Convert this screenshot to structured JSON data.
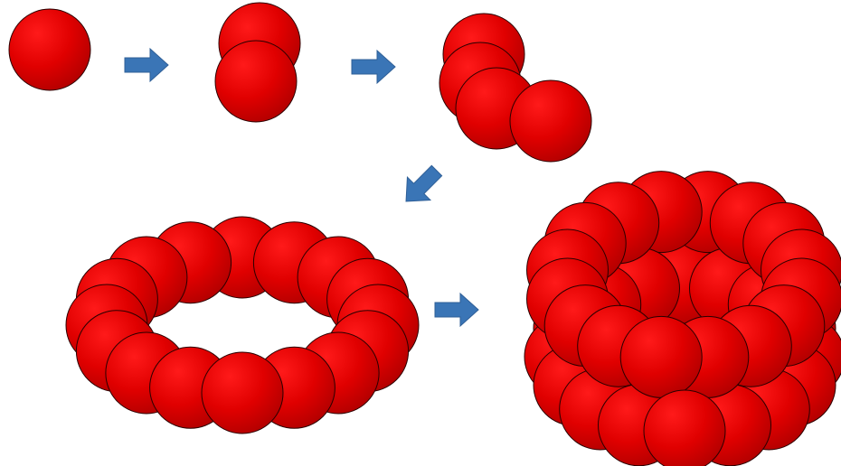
{
  "colors": {
    "sphere_light": "#ff1a1a",
    "sphere_mid": "#e00000",
    "sphere_dark": "#b30000",
    "sphere_outline": "#2a0000",
    "arrow_fill": "#3a75b6",
    "background": "#ffffff"
  },
  "stages": [
    {
      "name": "single-sphere",
      "sphere_count": 1
    },
    {
      "name": "two-sphere-stack",
      "sphere_count": 2
    },
    {
      "name": "four-sphere-chain",
      "sphere_count": 4
    },
    {
      "name": "single-ring",
      "sphere_count": 16
    },
    {
      "name": "double-ring-cylinder",
      "sphere_count": 32
    }
  ],
  "arrows": [
    {
      "name": "arrow-stage1-to-stage2",
      "direction": "right"
    },
    {
      "name": "arrow-stage2-to-stage3",
      "direction": "right"
    },
    {
      "name": "arrow-stage3-to-stage4",
      "direction": "down-left"
    },
    {
      "name": "arrow-stage4-to-stage5",
      "direction": "right"
    }
  ]
}
